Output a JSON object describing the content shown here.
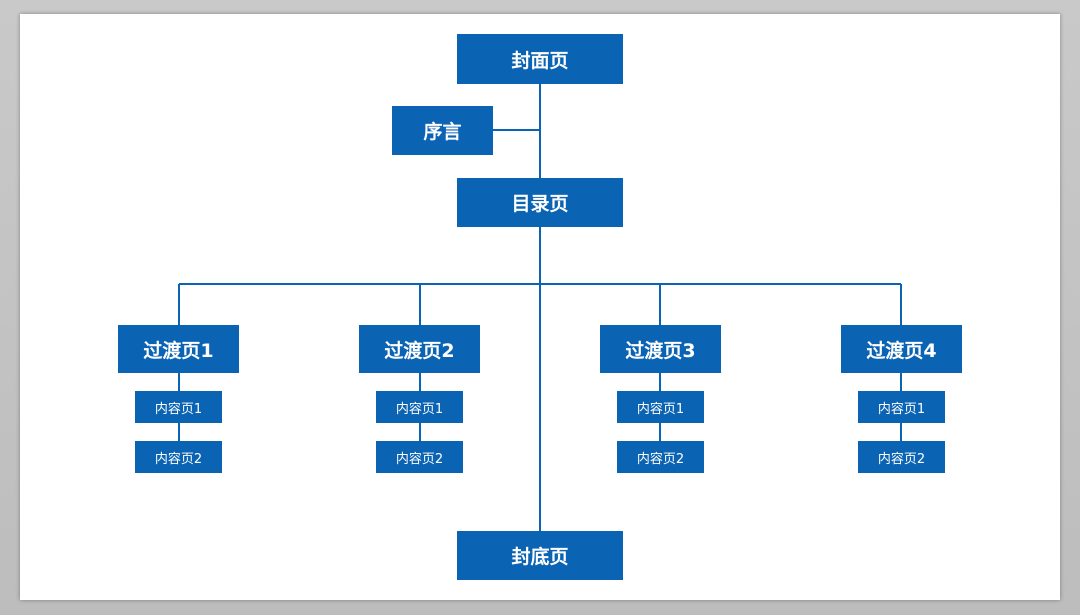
{
  "colors": {
    "node_fill": "#0b63b3",
    "connector": "#0b63b3",
    "background": "#ffffff"
  },
  "diagram": {
    "cover": "封面页",
    "preface": "序言",
    "toc": "目录页",
    "sections": [
      {
        "title": "过渡页1",
        "items": [
          "内容页1",
          "内容页2"
        ]
      },
      {
        "title": "过渡页2",
        "items": [
          "内容页1",
          "内容页2"
        ]
      },
      {
        "title": "过渡页3",
        "items": [
          "内容页1",
          "内容页2"
        ]
      },
      {
        "title": "过渡页4",
        "items": [
          "内容页1",
          "内容页2"
        ]
      }
    ],
    "back_cover": "封底页"
  }
}
